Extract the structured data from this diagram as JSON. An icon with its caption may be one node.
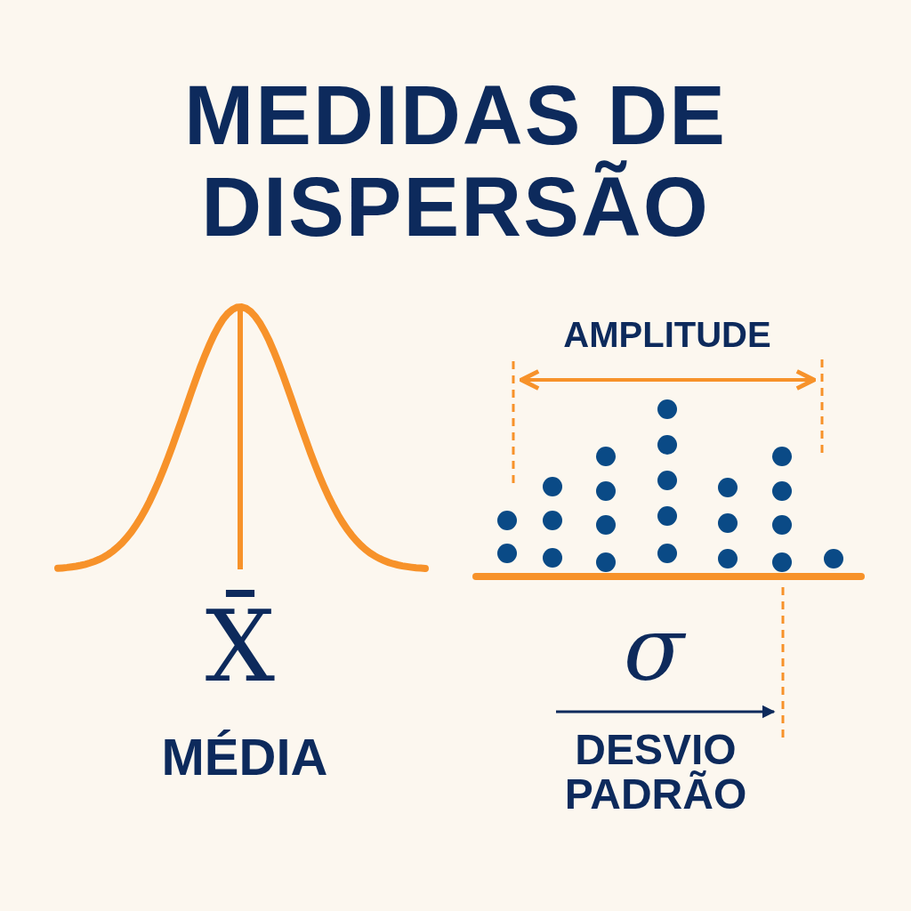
{
  "diagram": {
    "title": "MEDIDAS DE DISPERSÃO",
    "labels": [
      "X̄",
      "MÉDIA",
      "AMPLITUDE",
      "σ",
      "DESVIO PADRÃO"
    ]
  }
}
